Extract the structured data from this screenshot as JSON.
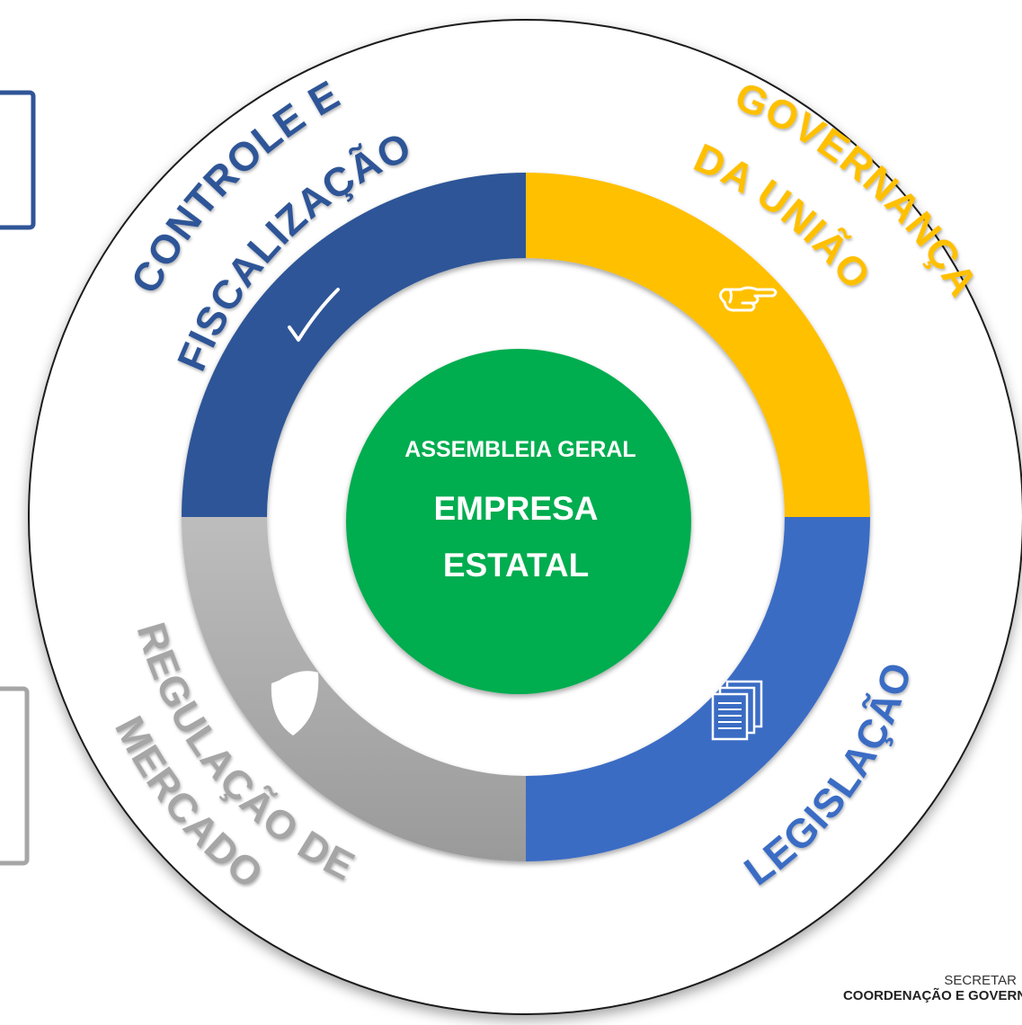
{
  "center": {
    "line1": "ASSEMBLEIA GERAL",
    "line2": "EMPRESA",
    "line3": "ESTATAL",
    "color": "#00ad4f"
  },
  "segments": [
    {
      "id": "controle",
      "label_line1": "CONTROLE E",
      "label_line2": "FISCALIZAÇÃO",
      "color": "#2f5597",
      "icon": "checkmark-icon"
    },
    {
      "id": "governanca",
      "label_line1": "GOVERNANÇA",
      "label_line2": "DA UNIÃO",
      "color": "#ffc000",
      "icon": "pointing-hand-icon"
    },
    {
      "id": "legislacao",
      "label_line1": "LEGISLAÇÃO",
      "color": "#3a6cc4",
      "icon": "documents-icon"
    },
    {
      "id": "regulacao",
      "label_line1": "REGULAÇÃO DE",
      "label_line2": "MERCADO",
      "color": "#a6a6a6",
      "icon": "shield-icon"
    }
  ],
  "footer": {
    "line1": "SECRETAR",
    "line2": "COORDENAÇÃO E GOVERNA"
  }
}
